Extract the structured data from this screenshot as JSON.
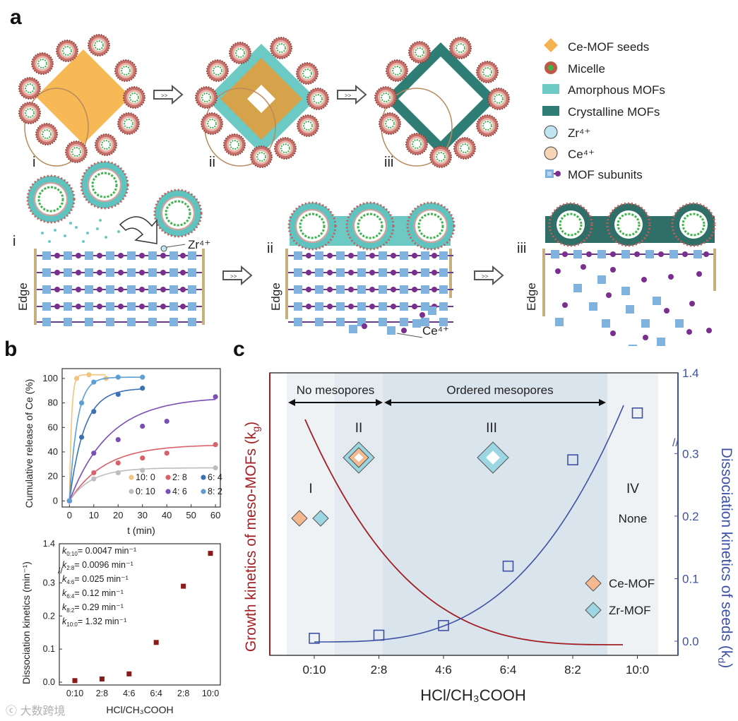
{
  "panel_labels": {
    "a": "a",
    "b": "b",
    "c": "c"
  },
  "panel_a": {
    "legend": [
      {
        "label": "Ce-MOF seeds",
        "icon": "ce-mof-seed-icon",
        "color": "#f4b350"
      },
      {
        "label": "Micelle",
        "icon": "micelle-icon",
        "color": "#c0584a"
      },
      {
        "label": "Amorphous MOFs",
        "icon": "amorphous-mof-icon",
        "color": "#6cc9c4"
      },
      {
        "label": "Crystalline MOFs",
        "icon": "crystalline-mof-icon",
        "color": "#2f7e75"
      },
      {
        "label": "Zr⁴⁺",
        "icon": "zr-ion-icon",
        "color": "#bfe6f0"
      },
      {
        "label": "Ce⁴⁺",
        "icon": "ce-ion-icon",
        "color": "#f6d4b6"
      },
      {
        "label": "MOF subunits",
        "icon": "mof-subunit-icon",
        "color": "#7fb2dc"
      }
    ],
    "top_steps": [
      "i",
      "ii",
      "iii"
    ],
    "bottom_steps": [
      "i",
      "ii",
      "iii"
    ],
    "edge_label": "Edge",
    "zr_callout": "Zr⁴⁺",
    "ce_callout": "Ce⁴⁺"
  },
  "chart_data": [
    {
      "type": "line",
      "panel": "b-top",
      "ylabel": "Cumulative release of Ce (%)",
      "xlabel": "t (min)",
      "xlim": [
        -3,
        62
      ],
      "ylim": [
        -5,
        108
      ],
      "xticks": [
        0,
        10,
        20,
        30,
        40,
        50,
        60
      ],
      "yticks": [
        0,
        20,
        40,
        60,
        80,
        100
      ],
      "legend_position": "bottom-right",
      "series": [
        {
          "name": "10: 0",
          "color": "#f2c47e",
          "x": [
            0,
            3,
            8,
            15
          ],
          "y": [
            0,
            100,
            103,
            100
          ]
        },
        {
          "name": "2: 8",
          "color": "#d9616b",
          "x": [
            0,
            10,
            20,
            30,
            40,
            60
          ],
          "y": [
            0,
            23,
            31,
            35,
            39,
            46
          ]
        },
        {
          "name": "6: 4",
          "color": "#3c72b5",
          "x": [
            0,
            5,
            10,
            20,
            30
          ],
          "y": [
            0,
            52,
            73,
            87,
            92
          ]
        },
        {
          "name": "0: 10",
          "color": "#bdbdbd",
          "x": [
            0,
            10,
            20,
            30,
            60
          ],
          "y": [
            0,
            18,
            23,
            25,
            27
          ]
        },
        {
          "name": "4: 6",
          "color": "#7a4fb2",
          "x": [
            0,
            10,
            20,
            30,
            40,
            60
          ],
          "y": [
            0,
            39,
            50,
            61,
            65,
            85
          ]
        },
        {
          "name": "8: 2",
          "color": "#5c9ed6",
          "x": [
            0,
            5,
            10,
            20,
            30
          ],
          "y": [
            0,
            80,
            97,
            101,
            101
          ]
        }
      ]
    },
    {
      "type": "scatter",
      "panel": "b-bottom",
      "ylabel": "Dissociation kinetics (min⁻¹)",
      "xlabel": "HCl/CH₃COOH",
      "categories": [
        "0:10",
        "2:8",
        "4:6",
        "6:4",
        "2:8",
        "10:0"
      ],
      "yticks_lower": [
        0.0,
        0.1,
        0.2,
        0.3
      ],
      "ytick_upper": 1.4,
      "values": [
        0.0047,
        0.0096,
        0.025,
        0.12,
        0.29,
        1.32
      ],
      "color": "#8b1a1a",
      "annotations": [
        {
          "k": "k",
          "sub": "0:10",
          "val": "= 0.0047 min⁻¹"
        },
        {
          "k": "k",
          "sub": "2:8",
          "val": "= 0.0096 min⁻¹"
        },
        {
          "k": "k",
          "sub": "4:6",
          "val": "= 0.025 min⁻¹"
        },
        {
          "k": "k",
          "sub": "6:4",
          "val": "= 0.12 min⁻¹"
        },
        {
          "k": "k",
          "sub": "8:2",
          "val": "= 0.29 min⁻¹"
        },
        {
          "k": "k",
          "sub": "10:0",
          "val": "= 1.32 min⁻¹"
        }
      ]
    },
    {
      "type": "line",
      "panel": "c",
      "xlabel": "HCl/CH₃COOH",
      "ylabel_left": "Growth kinetics of meso-MOFs (k",
      "ylabel_left_sub": "g",
      "ylabel_right": "Dissociation kinetics of  seeds (k",
      "ylabel_right_sub": "d",
      "categories": [
        "0:10",
        "2:8",
        "4:6",
        "6:4",
        "8:2",
        "10:0"
      ],
      "yticks_right_lower": [
        0.0,
        0.1,
        0.2,
        0.3
      ],
      "ytick_right_upper": 1.4,
      "points": [
        0.0047,
        0.0096,
        0.025,
        0.12,
        0.29,
        1.32
      ],
      "growth_curve_color": "#a31f24",
      "dissociation_color": "#3f51a5",
      "regions": [
        {
          "name": "I",
          "from": "0:10"
        },
        {
          "name": "II",
          "from": "2:8"
        },
        {
          "name": "III",
          "from": "4:6"
        },
        {
          "name": "IV",
          "from": "10:0"
        }
      ],
      "region_labels": [
        "No mesopores",
        "Ordered mesopores"
      ],
      "region_iv_note": "None",
      "legend": [
        {
          "label": "Ce-MOF",
          "color": "#f4b98f"
        },
        {
          "label": "Zr-MOF",
          "color": "#9bd6e2"
        }
      ],
      "legend_position": "bottom-right"
    }
  ],
  "watermark": "ⓒ 大数跨境"
}
